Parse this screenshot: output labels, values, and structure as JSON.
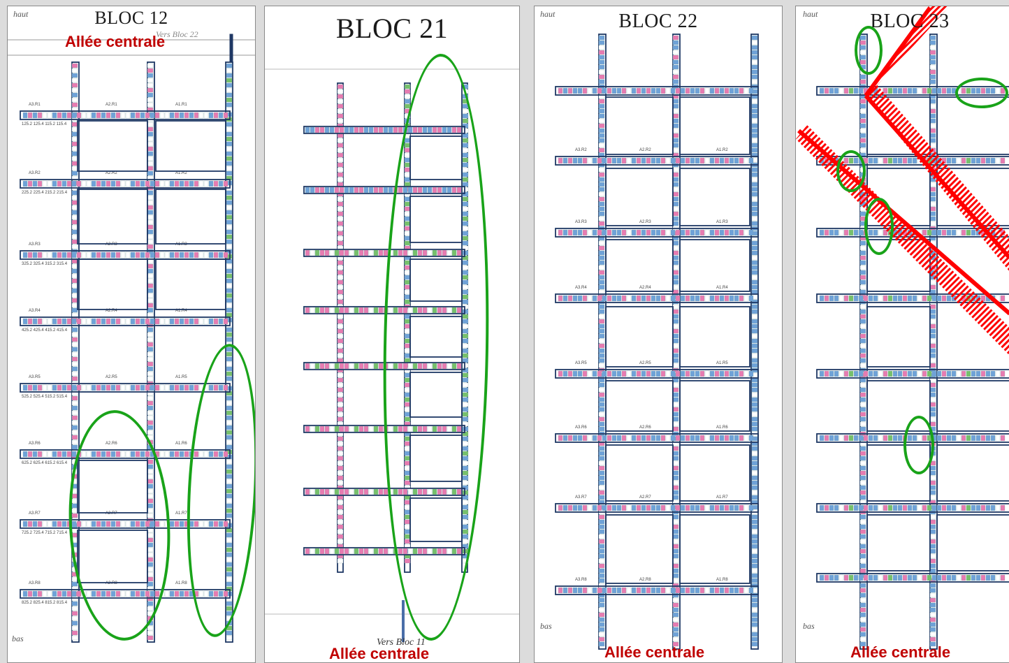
{
  "panels": [
    {
      "title": "BLOC 12",
      "haut": "haut",
      "bas": "bas",
      "top_note": "Allée centrale",
      "faded_note": "Vers Bloc 22"
    },
    {
      "title": "BLOC 21",
      "bottom_note": "Allée centrale",
      "faded_note": "Vers Bloc 11"
    },
    {
      "title": "BLOC 22",
      "haut": "haut",
      "bas": "bas",
      "bottom_note": "Allée centrale"
    },
    {
      "title": "BLOC 23",
      "haut": "haut",
      "bas": "bas",
      "bottom_note": "Allée centrale"
    }
  ],
  "row_labels": {
    "bloc12": [
      "A3.R1",
      "A2.R1",
      "A1.R1",
      "A3.R2",
      "A2.R2",
      "A1.R2",
      "A3.R3",
      "A2.R3",
      "A1.R3",
      "A3.R4",
      "A2.R4",
      "A1.R4",
      "A3.R5",
      "A2.R5",
      "A1.R5",
      "A3.R6",
      "A2.R6",
      "A1.R6",
      "A3.R7",
      "A2.R7",
      "A1.R7",
      "A3.R8",
      "A2.R8",
      "A1.R8"
    ],
    "bloc22": [
      "A3.R2",
      "A2.R2",
      "A1.R2",
      "A3.R3",
      "A2.R3",
      "A1.R3",
      "A3.R4",
      "A2.R4",
      "A1.R4",
      "A3.R5",
      "A2.R5",
      "A1.R5",
      "A3.R6",
      "A2.R6",
      "A1.R6",
      "A3.R7",
      "A2.R7",
      "A1.R7",
      "A3.R8",
      "A2.R8",
      "A1.R8"
    ]
  },
  "colors": {
    "blue_cell": "#6fa2d8",
    "pink_cell": "#e77bb1",
    "green_cell": "#76c06b",
    "frame": "#1f3864",
    "highlight": "#19a319",
    "strike": "#ff0000",
    "label": "#c00000"
  }
}
